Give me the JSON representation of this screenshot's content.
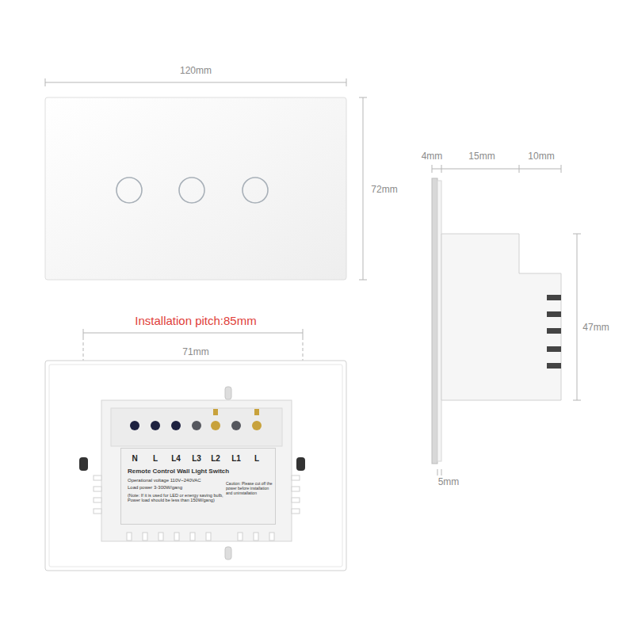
{
  "diagram": {
    "nodes": [
      {
        "text": [
          "Remote Control Wall Light Switch",
          "Operational voltage 110V~240VAC",
          "Load power 3-300W/gang",
          "(Note: If it is used for LED or energy saving bulb, Power load should be less than 150W/gang)",
          "Caution: Please cut off the power before installation and uninstallation"
        ]
      }
    ],
    "labels": [
      "120mm",
      "72mm",
      "4mm",
      "15mm",
      "10mm",
      "47mm",
      "Installation pitch:85mm",
      "71mm",
      "N",
      "L",
      "L4",
      "L3",
      "L2",
      "L1",
      "L",
      "5mm"
    ]
  }
}
